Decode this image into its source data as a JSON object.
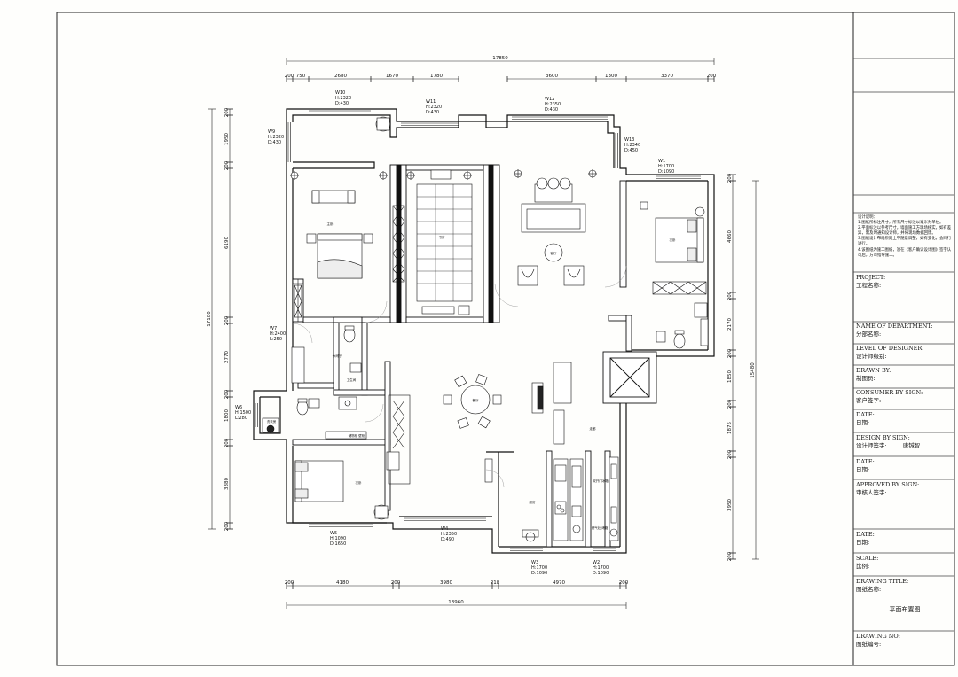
{
  "plan": {
    "dims_top_total": "17850",
    "dims_top": [
      "200",
      "750",
      "2680",
      "1670",
      "1780",
      "3600",
      "1300",
      "3370",
      "200"
    ],
    "dims_bottom": [
      "200",
      "4180",
      "200",
      "3980",
      "218",
      "4970",
      "200"
    ],
    "dims_bottom_total": "13960",
    "dims_left_total": "17180",
    "dims_left": [
      "200",
      "1950",
      "200",
      "6190",
      "200",
      "2770",
      "200",
      "1800",
      "200",
      "3380",
      "200"
    ],
    "dims_right_total": "15480",
    "dims_right": [
      "200",
      "4660",
      "200",
      "2170",
      "200",
      "1850",
      "200",
      "1875",
      "200",
      "3950",
      "200"
    ],
    "windows": {
      "w10": [
        "W10",
        "H:2320",
        "D:430"
      ],
      "w11": [
        "W11",
        "H:2320",
        "D:430"
      ],
      "w12": [
        "W12",
        "H:2350",
        "D:430"
      ],
      "w13": [
        "W13",
        "H:2340",
        "D:450"
      ],
      "w9": [
        "W9",
        "H:2320",
        "D:430"
      ],
      "w1": [
        "W1",
        "H:1700",
        "D:1090"
      ],
      "w7": [
        "W7",
        "H:2400",
        "L:250"
      ],
      "w6": [
        "W6",
        "H:1500",
        "L:280"
      ],
      "w5": [
        "W5",
        "H:1090",
        "D:1650"
      ],
      "w4": [
        "W4",
        "H:2350",
        "D:490"
      ],
      "w3": [
        "W3",
        "H:1700",
        "D:1090"
      ],
      "w2": [
        "W2",
        "H:1700",
        "D:1090"
      ]
    },
    "rooms": {
      "master_bed": "主卧",
      "study": "书房",
      "living": "客厅",
      "bedroom_ne": "次卧",
      "dining": "餐厅",
      "bath": "卫生间",
      "laundry": "洗衣房",
      "bedroom_sw": "次卧",
      "kitchen": "厨房",
      "corridor": "走廊",
      "lounge": "休闲厅",
      "storage": "储物柜 壁柜",
      "fridge": "双开门冰箱",
      "stove": "燃气灶 烤箱"
    }
  },
  "titleblock": {
    "notes": [
      "设计说明：",
      "1.图纸所标注尺寸，所有尺寸标注以毫米为单位。",
      "2.平面标注以参考尺寸，墙面施工方现场核实，如有差异，需及时通知设计师，并将现场数据回馈。",
      "3.图纸设计布局原则上不随意调整，如有变化，会同行进行。",
      "4.该图纸为施工图纸，须在《客户确认设计图》签字认可后，方可指导施工。"
    ],
    "project_en": "PROJECT:",
    "project_cn": "工程名称:",
    "department_en": "NAME OF DEPARTMENT:",
    "department_cn": "分部名称:",
    "level_en": "LEVEL OF DESIGNER:",
    "level_cn": "设计师级别:",
    "drawn_en": "DRAWN BY:",
    "drawn_cn": "制图员:",
    "consumer_en": "CONSUMER BY SIGN:",
    "consumer_cn": "客户签字:",
    "date1_en": "DATE:",
    "date1_cn": "日期:",
    "design_en": "DESIGN BY SIGN:",
    "design_cn": "设计师签字:",
    "designer_name": "唐铖智",
    "date2_en": "DATE:",
    "date2_cn": "日期:",
    "approved_en": "APPROVED BY SIGN:",
    "approved_cn": "审核人签字:",
    "date3_en": "DATE:",
    "date3_cn": "日期:",
    "scale_en": "SCALE:",
    "scale_cn": "比例:",
    "title_en": "DRAWING TITLE:",
    "title_cn": "图纸名称:",
    "title_value": "平面布置图",
    "no_en": "DRAWING NO:",
    "no_cn": "图纸编号:"
  }
}
